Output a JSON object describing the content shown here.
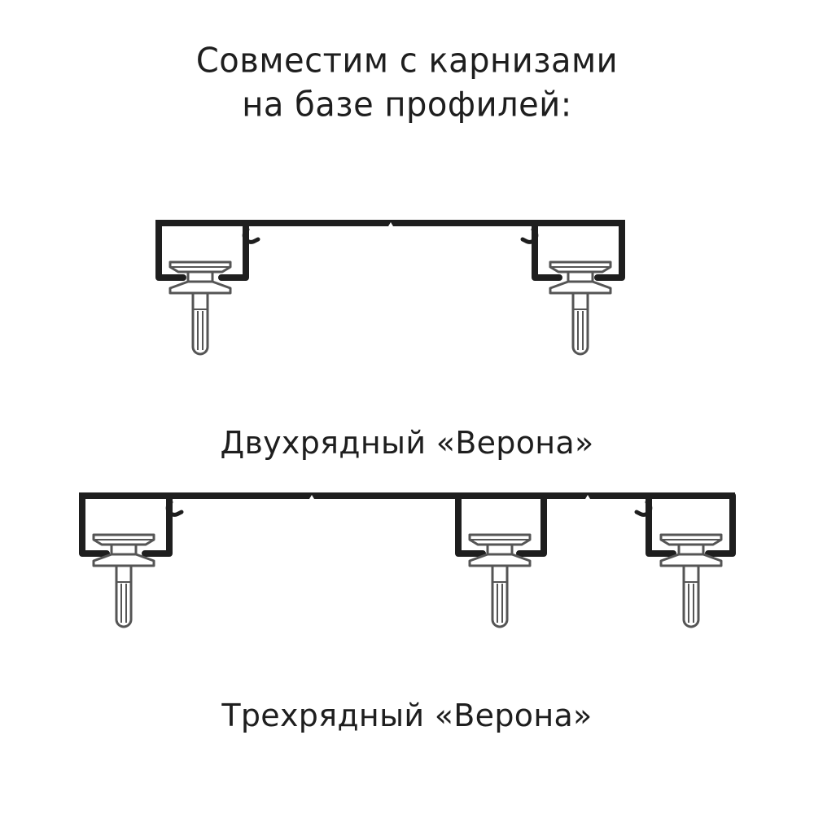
{
  "heading": {
    "line1": "Совместим с карнизами",
    "line2": "на базе профилей:"
  },
  "profiles": [
    {
      "name": "Двухрядный «Верона»",
      "rows": 2
    },
    {
      "name": "Трехрядный «Верона»",
      "rows": 3
    }
  ],
  "colors": {
    "profile": "#1e1e1e",
    "runner": "#555555",
    "text": "#1e1e1e"
  }
}
